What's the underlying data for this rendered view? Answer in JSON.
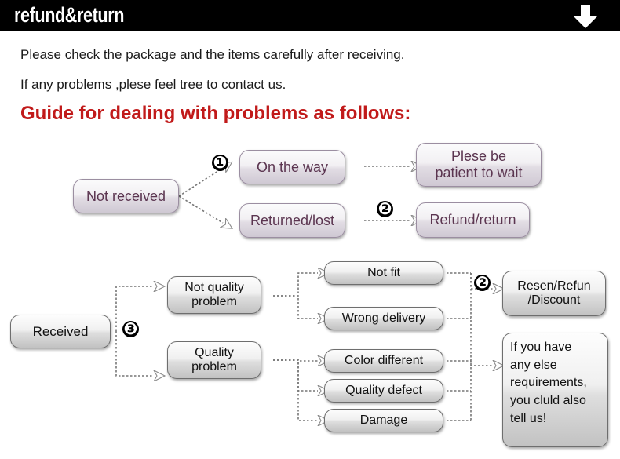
{
  "header": {
    "title": "refund&return",
    "arrow_icon": "down-arrow-icon",
    "bg_color": "#000000"
  },
  "intro": {
    "line1": "Please check the package and the items carefully after receiving.",
    "line2": "If any problems ,plese feel tree to contact us.",
    "heading": "Guide for dealing with problems as follows:",
    "heading_color": "#c11a1a"
  },
  "flow_top": {
    "boxes": [
      {
        "id": "not-received",
        "label": "Not received",
        "style": "purple"
      },
      {
        "id": "on-the-way",
        "label": "On the way",
        "style": "purple"
      },
      {
        "id": "returned-lost",
        "label": "Returned/lost",
        "style": "purple"
      },
      {
        "id": "please-wait",
        "label": "Plese be\npatient to wait",
        "style": "purple"
      },
      {
        "id": "refund-return",
        "label": "Refund/return",
        "style": "purple"
      }
    ],
    "badges": [
      {
        "id": "badge-1",
        "label": "❶"
      },
      {
        "id": "badge-2",
        "label": "❷"
      }
    ]
  },
  "flow_bottom": {
    "boxes": [
      {
        "id": "received",
        "label": "Received",
        "style": "gray"
      },
      {
        "id": "not-quality",
        "label": "Not quality\nproblem",
        "style": "gray"
      },
      {
        "id": "quality-problem",
        "label": "Quality\nproblem",
        "style": "gray"
      },
      {
        "id": "not-fit",
        "label": "Not fit",
        "style": "gray"
      },
      {
        "id": "wrong-delivery",
        "label": "Wrong delivery",
        "style": "gray"
      },
      {
        "id": "color-different",
        "label": "Color different",
        "style": "gray"
      },
      {
        "id": "quality-defect",
        "label": "Quality defect",
        "style": "gray"
      },
      {
        "id": "damage",
        "label": "Damage",
        "style": "gray"
      },
      {
        "id": "resend-refund",
        "label": "Resen/Refun\n/Discount",
        "style": "gray"
      },
      {
        "id": "extra-note",
        "label": "If you have\nany else\nrequirements,\nyou cluld also\ntell us!",
        "style": "gray"
      }
    ],
    "badges": [
      {
        "id": "badge-3",
        "label": "❸"
      },
      {
        "id": "badge-2b",
        "label": "❷"
      }
    ]
  },
  "colors": {
    "purple_text": "#5b3550",
    "purple_border": "#9b8ea1",
    "gray_border": "#6e6e6e",
    "wire": "#777777",
    "accent_red": "#c11a1a"
  }
}
